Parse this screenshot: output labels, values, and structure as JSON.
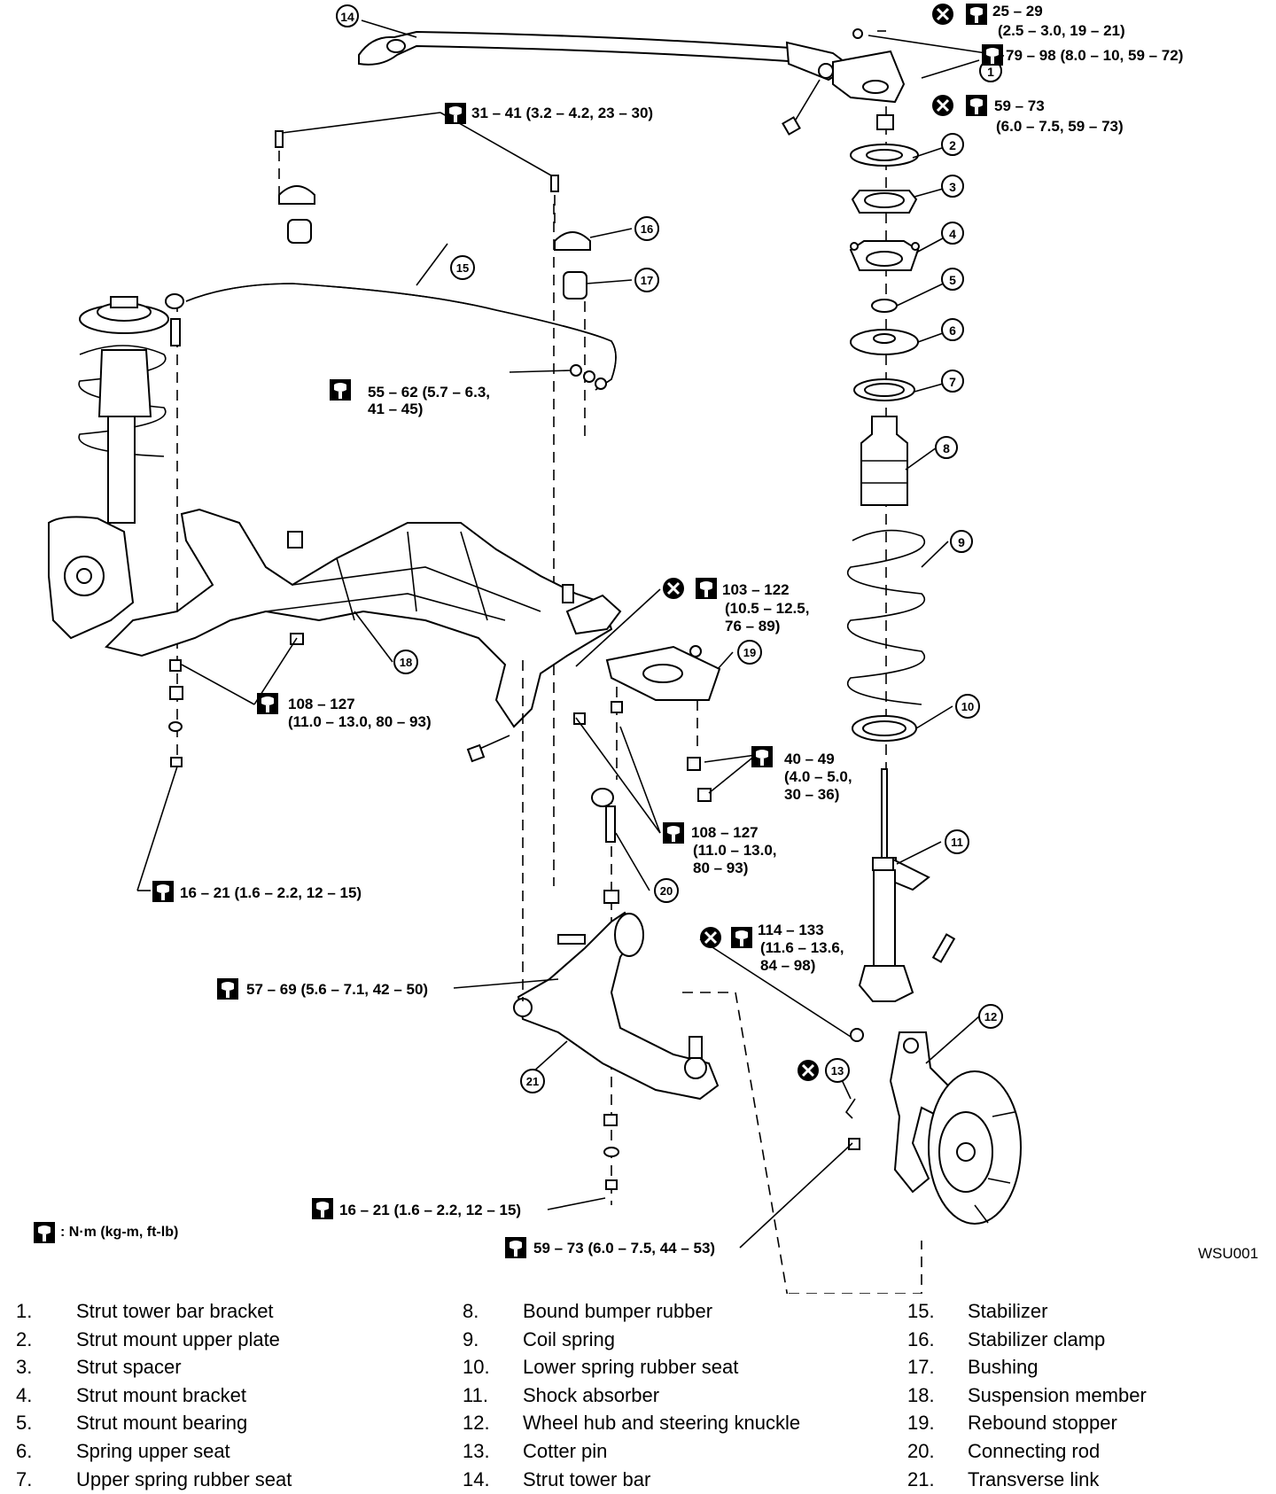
{
  "diagram_code": "WSU001",
  "unit_legend": ": N·m (kg-m, ft-lb)",
  "torques": {
    "t_top_a": "25 – 29",
    "t_top_b": "(2.5 – 3.0, 19 – 21)",
    "t_bracket": "79 – 98 (8.0 – 10, 59 – 72)",
    "t_nut_a": "59 – 73",
    "t_nut_b": "(6.0 – 7.5, 59 – 73)",
    "t_clamp": "31 – 41 (3.2 – 4.2, 23 – 30)",
    "t_stab_a": "55 – 62 (5.7 – 6.3,",
    "t_stab_b": "41 – 45)",
    "t_member_a": "103 – 122",
    "t_member_b": "(10.5 – 12.5,",
    "t_member_c": "76 – 89)",
    "t_left_a": "108 – 127",
    "t_left_b": "(11.0 – 13.0, 80 – 93)",
    "t_rebound_a": "40 – 49",
    "t_rebound_b": "(4.0 – 5.0,",
    "t_rebound_c": "30 – 36)",
    "t_link_a": "108 – 127",
    "t_link_b": "(11.0 – 13.0,",
    "t_link_c": "80 – 93)",
    "t_rod_left": "16 – 21 (1.6 – 2.2, 12 – 15)",
    "t_knuckle_a": "114 – 133",
    "t_knuckle_b": "(11.6 – 13.6,",
    "t_knuckle_c": "84 – 98)",
    "t_transverse": "57 – 69 (5.6 – 7.1, 42 – 50)",
    "t_rod_bottom": "16 – 21 (1.6 – 2.2, 12 – 15)",
    "t_balljoint": "59 – 73 (6.0 – 7.5, 44 – 53)"
  },
  "callouts": [
    "1",
    "2",
    "3",
    "4",
    "5",
    "6",
    "7",
    "8",
    "9",
    "10",
    "11",
    "12",
    "13",
    "14",
    "15",
    "16",
    "17",
    "18",
    "19",
    "20",
    "21"
  ],
  "parts": [
    {
      "num": "1.",
      "name": "Strut tower bar bracket"
    },
    {
      "num": "2.",
      "name": "Strut mount upper plate"
    },
    {
      "num": "3.",
      "name": "Strut spacer"
    },
    {
      "num": "4.",
      "name": "Strut mount bracket"
    },
    {
      "num": "5.",
      "name": "Strut mount bearing"
    },
    {
      "num": "6.",
      "name": "Spring upper seat"
    },
    {
      "num": "7.",
      "name": "Upper spring rubber seat"
    },
    {
      "num": "8.",
      "name": "Bound bumper rubber"
    },
    {
      "num": "9.",
      "name": "Coil spring"
    },
    {
      "num": "10.",
      "name": "Lower spring rubber seat"
    },
    {
      "num": "11.",
      "name": "Shock absorber"
    },
    {
      "num": "12.",
      "name": "Wheel hub and steering knuckle"
    },
    {
      "num": "13.",
      "name": "Cotter pin"
    },
    {
      "num": "14.",
      "name": "Strut tower bar"
    },
    {
      "num": "15.",
      "name": "Stabilizer"
    },
    {
      "num": "16.",
      "name": "Stabilizer clamp"
    },
    {
      "num": "17.",
      "name": "Bushing"
    },
    {
      "num": "18.",
      "name": "Suspension member"
    },
    {
      "num": "19.",
      "name": "Rebound stopper"
    },
    {
      "num": "20.",
      "name": "Connecting rod"
    },
    {
      "num": "21.",
      "name": "Transverse link"
    }
  ]
}
